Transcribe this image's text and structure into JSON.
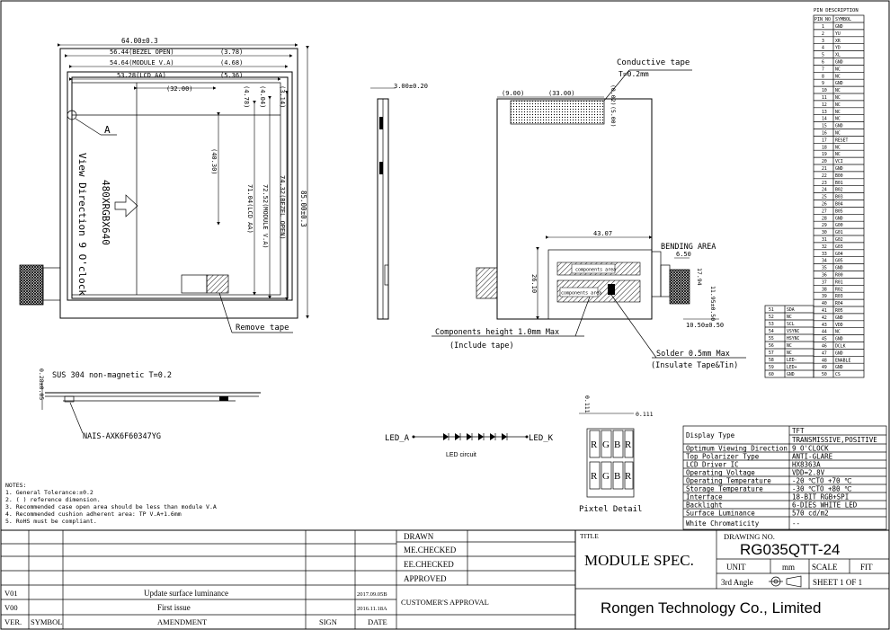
{
  "dims": {
    "w64": "64.00±0.3",
    "w5644": "56.44(BEZEL OPEN)",
    "w5464": "54.64(MODULE V.A)",
    "w5328": "53.28(LCD AA)",
    "w32": "(32.00)",
    "r378": "(3.78)",
    "r468": "(4.68)",
    "r536": "(5.36)",
    "v478": "(4.78)",
    "v404": "(4.04)",
    "v314": "(3.14)",
    "v4030": "(40.30)",
    "v7104": "71.04(LCD AA)",
    "v7252": "72.52(MODULE V.A)",
    "v7432": "74.32(BEZEL OPEN)",
    "v85": "85.00±0.3",
    "thick": "3.00±0.20",
    "b900": "(9.00)",
    "b3300": "(33.00)",
    "b002": "(0.02)",
    "b500": "(5.00)",
    "b4307": "43.07",
    "b2610": "26.10",
    "b650": "6.50",
    "b1794": "17.94",
    "b1195": "11.95±0.50",
    "b1050": "10.50±0.50",
    "steel": "0.28±0.05",
    "p0111a": "0.111",
    "p0111b": "0.111"
  },
  "labels": {
    "marker_a": "A",
    "view_dir": "View Direction 9 O'clock",
    "resolution": "480XRGBX640",
    "remove_tape": "Remove tape",
    "conductive_tape": "Conductive tape",
    "conductive_t": "T=0.2mm",
    "bending_area": "BENDING AREA",
    "comp_area_a": "components area",
    "comp_area_b": "components area",
    "components_height": "Components height 1.0mm Max",
    "include_tape": "(Include tape)",
    "solder": "Solder 0.5mm Max",
    "insulate": "(Insulate Tape&Tin)",
    "sus": "SUS 304 non-magnetic T=0.2",
    "connector": "NAIS-AXK6F60347YG",
    "led_a": "LED_A",
    "led_k": "LED_K",
    "led_circuit": "LED circuit",
    "pixel_detail": "Pixtel Detail",
    "pixel_r": "R",
    "pixel_g": "G",
    "pixel_b": "B"
  },
  "notes": {
    "title": "NOTES:",
    "items": [
      "1. General Tolerance:±0.2",
      "2. ( ) reference dimension.",
      "3. Recommended case open area should be less than module V.A",
      "4. Recommended cushion adherent area: TP V.A+1.6mm",
      "5. RoHS must be compliant."
    ]
  },
  "pins": {
    "title": "PIN DESCRIPTION",
    "head_no": "PIN NO",
    "head_sym": "SYMBOL",
    "right": [
      [
        "1",
        "GND"
      ],
      [
        "2",
        "YU"
      ],
      [
        "3",
        "XR"
      ],
      [
        "4",
        "YD"
      ],
      [
        "5",
        "XL"
      ],
      [
        "6",
        "GND"
      ],
      [
        "7",
        "NC"
      ],
      [
        "8",
        "NC"
      ],
      [
        "9",
        "GND"
      ],
      [
        "10",
        "NC"
      ],
      [
        "11",
        "NC"
      ],
      [
        "12",
        "NC"
      ],
      [
        "13",
        "NC"
      ],
      [
        "14",
        "NC"
      ],
      [
        "15",
        "GND"
      ],
      [
        "16",
        "NC"
      ],
      [
        "17",
        "RESET"
      ],
      [
        "18",
        "NC"
      ],
      [
        "19",
        "NC"
      ],
      [
        "20",
        "VCI"
      ],
      [
        "21",
        "GND"
      ],
      [
        "22",
        "B00"
      ],
      [
        "23",
        "B01"
      ],
      [
        "24",
        "B02"
      ],
      [
        "25",
        "B03"
      ],
      [
        "26",
        "B04"
      ],
      [
        "27",
        "B05"
      ],
      [
        "28",
        "GND"
      ],
      [
        "29",
        "G00"
      ],
      [
        "30",
        "G01"
      ],
      [
        "31",
        "G02"
      ],
      [
        "32",
        "G03"
      ],
      [
        "33",
        "G04"
      ],
      [
        "34",
        "G05"
      ],
      [
        "35",
        "GND"
      ],
      [
        "36",
        "R00"
      ],
      [
        "37",
        "R01"
      ],
      [
        "38",
        "R02"
      ],
      [
        "39",
        "R03"
      ],
      [
        "40",
        "R04"
      ],
      [
        "41",
        "R05"
      ],
      [
        "42",
        "GND"
      ],
      [
        "43",
        "VDD"
      ],
      [
        "44",
        "NC"
      ],
      [
        "45",
        "GND"
      ],
      [
        "46",
        "DCLK"
      ],
      [
        "47",
        "GND"
      ],
      [
        "48",
        "ENABLE"
      ],
      [
        "49",
        "GND"
      ],
      [
        "50",
        "CS"
      ]
    ],
    "left": [
      [
        "51",
        "SDA"
      ],
      [
        "52",
        "NC"
      ],
      [
        "53",
        "SCL"
      ],
      [
        "54",
        "VSYNC"
      ],
      [
        "55",
        "HSYNC"
      ],
      [
        "56",
        "NC"
      ],
      [
        "57",
        "NC"
      ],
      [
        "58",
        "LED-"
      ],
      [
        "59",
        "LED+"
      ],
      [
        "60",
        "GND"
      ]
    ]
  },
  "specs": [
    [
      "Display Type",
      "TFT TRANSMISSIVE,POSITIVE"
    ],
    [
      "Optimum Viewing Direction",
      "9 O'CLOCK"
    ],
    [
      "Top Polarizer Type",
      "ANTI-GLARE"
    ],
    [
      "LCD Driver IC",
      "HX8363A"
    ],
    [
      "Operating Voltage",
      "VDD=2.8V"
    ],
    [
      "Operating Temperature",
      "-20 ℃TO +70 ℃"
    ],
    [
      "Storage Temperature",
      "-30 ℃TO +80 ℃"
    ],
    [
      "Interface",
      "18-BIT RGB+SPI"
    ],
    [
      "Backlight",
      "6-DIES WHITE LED"
    ],
    [
      "Surface Luminance",
      "570 cd/m2"
    ],
    [
      "White Chromaticity",
      "--"
    ]
  ],
  "titleblock": {
    "drawn": "DRAWN",
    "me_checked": "ME.CHECKED",
    "ee_checked": "EE.CHECKED",
    "approved": "APPROVED",
    "customers_approval": "CUSTOMER'S APPROVAL",
    "revisions": [
      {
        "ver": "V01",
        "amendment": "Update surface luminance",
        "date": "2017.09.05B"
      },
      {
        "ver": "V00",
        "amendment": "First issue",
        "date": "2016.11.18A"
      }
    ],
    "head_ver": "VER.",
    "head_symbol": "SYMBOL",
    "head_amendment": "AMENDMENT",
    "head_sign": "SIGN",
    "head_date": "DATE",
    "title_label": "TITLE",
    "title": "MODULE SPEC.",
    "drawing_no_label": "DRAWING NO.",
    "drawing_no": "RG035QTT-24",
    "unit_label": "UNIT",
    "unit": "mm",
    "scale_label": "SCALE",
    "scale": "FIT",
    "projection": "3rd Angle",
    "sheet": "SHEET 1 OF 1",
    "company": "Rongen Technology Co., Limited"
  },
  "colors": {
    "line": "#000000",
    "background": "#ffffff"
  }
}
